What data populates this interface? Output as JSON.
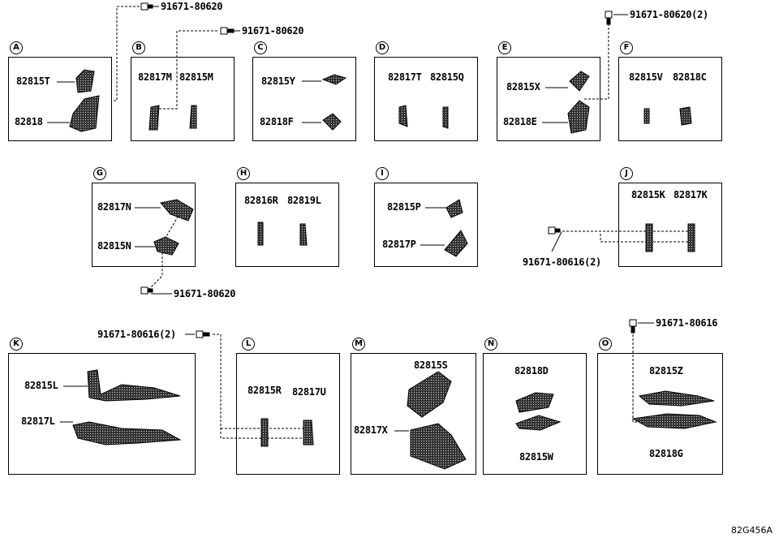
{
  "diagram_code": "82G456A",
  "groups": {
    "A": {
      "letter": "A",
      "parts": [
        "82815T",
        "82818"
      ],
      "bolt": "91671-80620"
    },
    "B": {
      "letter": "B",
      "parts": [
        "82817M",
        "82815M"
      ],
      "bolt": "91671-80620"
    },
    "C": {
      "letter": "C",
      "parts": [
        "82815Y",
        "82818F"
      ]
    },
    "D": {
      "letter": "D",
      "parts": [
        "82817T",
        "82815Q"
      ]
    },
    "E": {
      "letter": "E",
      "parts": [
        "82815X",
        "82818E"
      ],
      "bolt": "91671-80620(2)"
    },
    "F": {
      "letter": "F",
      "parts": [
        "82815V",
        "82818C"
      ]
    },
    "G": {
      "letter": "G",
      "parts": [
        "82817N",
        "82815N"
      ],
      "bolt": "91671-80620"
    },
    "H": {
      "letter": "H",
      "parts": [
        "82816R",
        "82819L"
      ]
    },
    "I": {
      "letter": "I",
      "parts": [
        "82815P",
        "82817P"
      ]
    },
    "J": {
      "letter": "J",
      "parts": [
        "82815K",
        "82817K"
      ],
      "bolt": "91671-80616(2)"
    },
    "K": {
      "letter": "K",
      "parts": [
        "82815L",
        "82817L"
      ]
    },
    "L": {
      "letter": "L",
      "parts": [
        "82815R",
        "82817U"
      ],
      "bolt": "91671-80616(2)"
    },
    "M": {
      "letter": "M",
      "parts": [
        "82815S",
        "82817X"
      ]
    },
    "N": {
      "letter": "N",
      "parts": [
        "82818D",
        "82815W"
      ]
    },
    "O": {
      "letter": "O",
      "parts": [
        "82815Z",
        "82818G"
      ],
      "bolt": "91671-80616"
    }
  }
}
